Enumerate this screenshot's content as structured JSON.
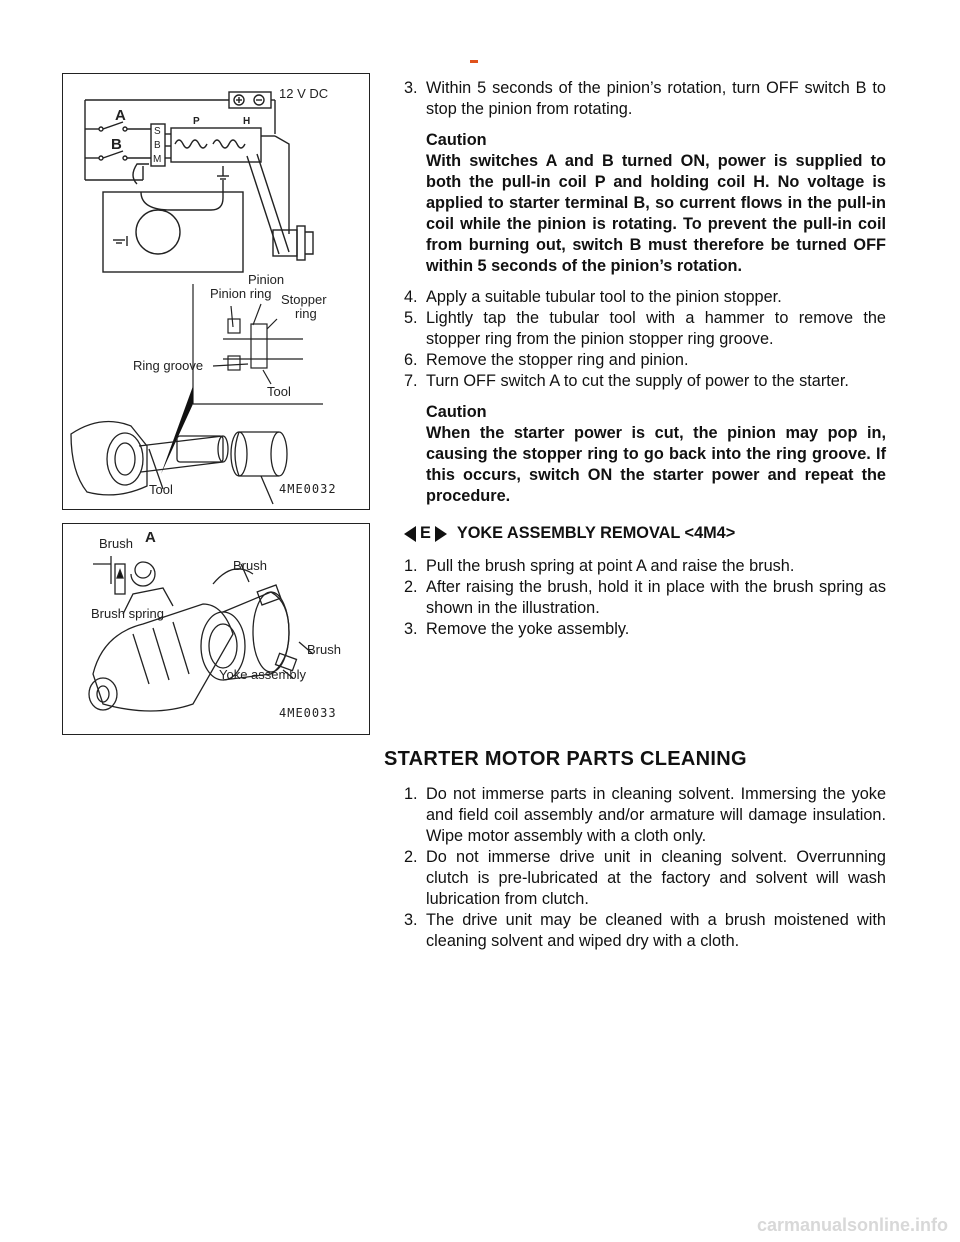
{
  "figure1": {
    "labels": {
      "voltage": "12 V DC",
      "switch_a": "A",
      "switch_b": "B",
      "terminal_s": "S",
      "terminal_b": "B",
      "terminal_m": "M",
      "coil_p": "P",
      "coil_h": "H",
      "pinion": "Pinion",
      "pinion_ring": "Pinion ring",
      "stopper": "Stopper",
      "ring": "ring",
      "ring_groove": "Ring groove",
      "tool_detail": "Tool",
      "tool_main": "Tool"
    },
    "code": "4ME0032"
  },
  "figure2": {
    "labels": {
      "brush_a": "Brush",
      "point_a": "A",
      "brush_top": "Brush",
      "brush_spring": "Brush spring",
      "brush_bottom": "Brush",
      "yoke_assembly": "Yoke assembly"
    },
    "code": "4ME0033"
  },
  "steps_top": [
    {
      "num": "3.",
      "text": "Within 5 seconds of the pinion’s rotation, turn OFF switch B to stop the pinion from rotating."
    }
  ],
  "caution1": {
    "title": "Caution",
    "body": "With switches A and B turned ON, power is supplied to both the pull-in coil P and holding coil H. No voltage is applied to starter terminal B, so current flows in the pull-in coil while the pinion is rotating. To prevent the pull-in coil from burning out, switch B must therefore be turned OFF within 5 seconds of the pinion’s rotation."
  },
  "steps_mid": [
    {
      "num": "4.",
      "text": "Apply a suitable tubular tool to the pinion stopper."
    },
    {
      "num": "5.",
      "text": "Lightly tap the tubular tool with a hammer to remove the stopper ring from the pinion stopper ring groove."
    },
    {
      "num": "6.",
      "text": "Remove the stopper ring and pinion."
    },
    {
      "num": "7.",
      "text": "Turn OFF switch A to cut the supply of power to the starter."
    }
  ],
  "caution2": {
    "title": "Caution",
    "body": "When the starter power is cut, the pinion may pop in, causing the stopper ring to go back into the ring groove. If this occurs, switch ON the starter power and repeat the procedure."
  },
  "subsection": {
    "letter": "E",
    "title": "YOKE ASSEMBLY REMOVAL <4M4>"
  },
  "yoke_steps": [
    {
      "num": "1.",
      "text": "Pull the brush spring at point A and raise the brush."
    },
    {
      "num": "2.",
      "text": "After raising the brush, hold it in place with the brush spring as shown in the illustration."
    },
    {
      "num": "3.",
      "text": "Remove the yoke assembly."
    }
  ],
  "section_title": "STARTER MOTOR PARTS CLEANING",
  "cleaning_steps": [
    {
      "num": "1.",
      "text": "Do not immerse parts in cleaning solvent. Immersing the yoke and field coil assembly and/or armature will damage insulation. Wipe motor assembly with a cloth only."
    },
    {
      "num": "2.",
      "text": "Do not immerse drive unit in cleaning solvent. Overrunning clutch is pre-lubricated at the factory and solvent will wash lubrication from clutch."
    },
    {
      "num": "3.",
      "text": "The drive unit may be cleaned with a brush moistened with cleaning solvent and wiped dry with a cloth."
    }
  ],
  "watermark": "carmanualsonline.info"
}
